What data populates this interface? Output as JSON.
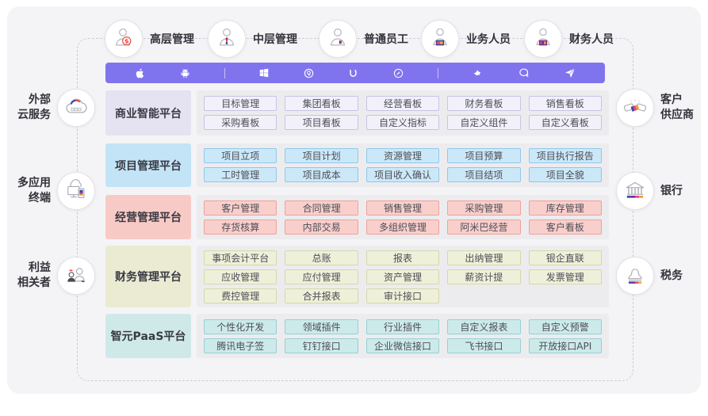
{
  "roles": [
    {
      "label": "高层管理",
      "icon": "executive-icon"
    },
    {
      "label": "中层管理",
      "icon": "manager-icon"
    },
    {
      "label": "普通员工",
      "icon": "employee-icon"
    },
    {
      "label": "业务人员",
      "icon": "business-staff-icon"
    },
    {
      "label": "财务人员",
      "icon": "finance-staff-icon"
    }
  ],
  "device_bar": {
    "color": "#8074ee",
    "icons": [
      "apple-icon",
      "android-icon",
      "divider",
      "windows-icon",
      "browser-360-icon",
      "browser-uc-icon",
      "browser-safari-icon",
      "divider",
      "bird-app-icon",
      "chat-app-icon",
      "paper-plane-icon"
    ]
  },
  "edge_nodes": {
    "left": [
      {
        "lines": [
          "外部",
          "云服务"
        ],
        "icon": "cloud-icon"
      },
      {
        "lines": [
          "多应用",
          "终端"
        ],
        "icon": "multi-terminal-icon"
      },
      {
        "lines": [
          "利益",
          "相关者"
        ],
        "icon": "stakeholders-icon"
      }
    ],
    "right": [
      {
        "lines": [
          "客户",
          "供应商"
        ],
        "icon": "handshake-icon"
      },
      {
        "lines": [
          "银行"
        ],
        "icon": "bank-icon"
      },
      {
        "lines": [
          "税务"
        ],
        "icon": "tax-stamp-icon"
      }
    ]
  },
  "platforms": [
    {
      "name": "商业智能平台",
      "theme": {
        "label_bg": "#e5e3f2",
        "chip_bg": "#f2f1fa",
        "chip_border": "#c7c3e6"
      },
      "modules": [
        [
          "目标管理",
          "集团看板",
          "经营看板",
          "财务看板",
          "销售看板"
        ],
        [
          "采购看板",
          "项目看板",
          "自定义指标",
          "自定义组件",
          "自定义看板"
        ]
      ]
    },
    {
      "name": "项目管理平台",
      "theme": {
        "label_bg": "#c3e4f7",
        "chip_bg": "#cbe8f8",
        "chip_border": "#8ec9ec"
      },
      "modules": [
        [
          "项目立项",
          "项目计划",
          "资源管理",
          "项目预算",
          "项目执行报告"
        ],
        [
          "工时管理",
          "项目成本",
          "项目收入确认",
          "项目结项",
          "项目全貌"
        ]
      ]
    },
    {
      "name": "经营管理平台",
      "theme": {
        "label_bg": "#f8cac6",
        "chip_bg": "#f9cfcb",
        "chip_border": "#efa19b"
      },
      "modules": [
        [
          "客户管理",
          "合同管理",
          "销售管理",
          "采购管理",
          "库存管理"
        ],
        [
          "存货核算",
          "内部交易",
          "多组织管理",
          "阿米巴经营",
          "客户看板"
        ]
      ]
    },
    {
      "name": "财务管理平台",
      "theme": {
        "label_bg": "#eaebd2",
        "chip_bg": "#eff0d9",
        "chip_border": "#d5d8a9"
      },
      "modules": [
        [
          "事项会计平台",
          "总账",
          "报表",
          "出纳管理",
          "银企直联"
        ],
        [
          "应收管理",
          "应付管理",
          "资产管理",
          "薪资计提",
          "发票管理"
        ],
        [
          "费控管理",
          "合并报表",
          "审计接口"
        ]
      ]
    },
    {
      "name": "智元PaaS平台",
      "theme": {
        "label_bg": "#cfe9e9",
        "chip_bg": "#cdeaeb",
        "chip_border": "#94d1d4"
      },
      "modules": [
        [
          "个性化开发",
          "领域插件",
          "行业插件",
          "自定义报表",
          "自定义预警"
        ],
        [
          "腾讯电子签",
          "钉钉接口",
          "企业微信接口",
          "飞书接口",
          "开放接口API"
        ]
      ]
    }
  ],
  "colors": {
    "canvas_bg": "#f4f4f6",
    "panel_bg": "#ececef",
    "dashed_border": "#ccccd6",
    "accent_red": "#e8453c",
    "accent_blue": "#3949ab",
    "accent_purple": "#7b2d8b",
    "accent_pink": "#e8437e",
    "accent_orange": "#f29b38"
  }
}
